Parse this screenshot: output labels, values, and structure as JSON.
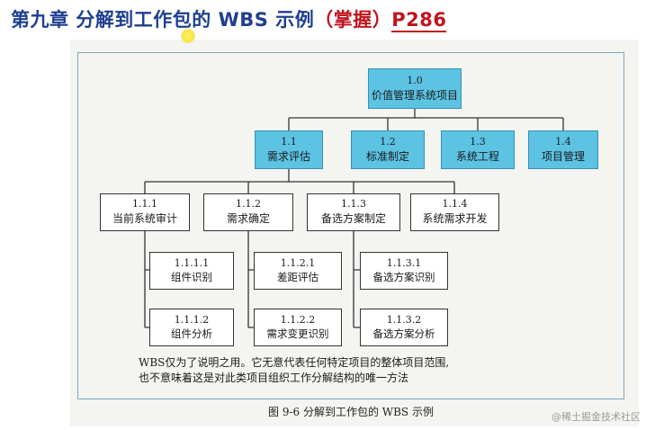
{
  "slide": {
    "title_prefix": "第九章  分解到工作包的 WBS 示例",
    "title_emphasis": "（掌握）",
    "page_ref": "P286"
  },
  "wbs": {
    "root": {
      "code": "1.0",
      "label": "价值管理系统项目"
    },
    "level1": [
      {
        "code": "1.1",
        "label": "需求评估"
      },
      {
        "code": "1.2",
        "label": "标准制定"
      },
      {
        "code": "1.3",
        "label": "系统工程"
      },
      {
        "code": "1.4",
        "label": "项目管理"
      }
    ],
    "level2": [
      {
        "code": "1.1.1",
        "label": "当前系统审计"
      },
      {
        "code": "1.1.2",
        "label": "需求确定"
      },
      {
        "code": "1.1.3",
        "label": "备选方案制定"
      },
      {
        "code": "1.1.4",
        "label": "系统需求开发"
      }
    ],
    "level3": [
      {
        "code": "1.1.1.1",
        "label": "组件识别"
      },
      {
        "code": "1.1.1.2",
        "label": "组件分析"
      },
      {
        "code": "1.1.2.1",
        "label": "差距评估"
      },
      {
        "code": "1.1.2.2",
        "label": "需求变更识别"
      },
      {
        "code": "1.1.3.1",
        "label": "备选方案识别"
      },
      {
        "code": "1.1.3.2",
        "label": "备选方案分析"
      }
    ],
    "note_line1": "WBS仅为了说明之用。它无意代表任何特定项目的整体项目范围,",
    "note_line2": "也不意味着这是对此类项目组织工作分解结构的唯一方法",
    "caption": "图 9-6    分解到工作包的 WBS 示例"
  },
  "watermark": "@稀土掘金技术社区",
  "colors": {
    "title": "#1f3f8f",
    "emphasis": "#c0141c",
    "level_box": "#5cc3e3"
  }
}
